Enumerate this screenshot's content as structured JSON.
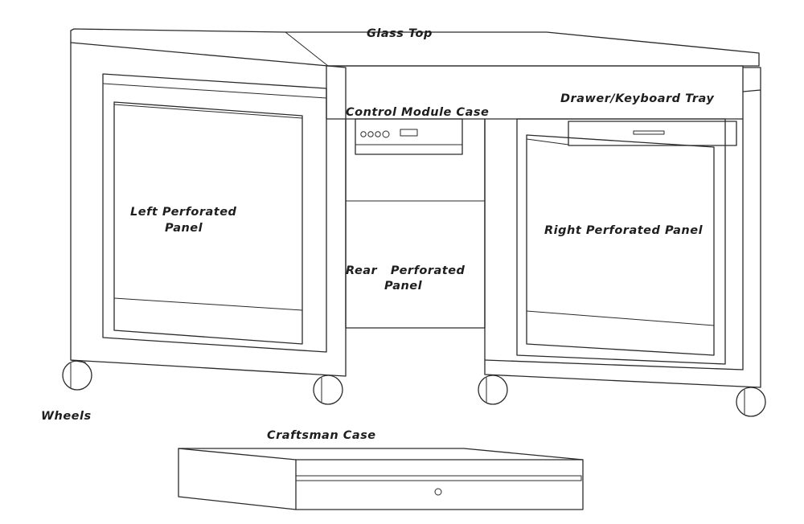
{
  "labels": {
    "glass_top": "Glass Top",
    "control_module_case": "Control Module Case",
    "drawer_keyboard_tray": "Drawer/Keyboard Tray",
    "left_perforated_panel_line1": "Left Perforated",
    "left_perforated_panel_line2": "Panel",
    "right_perforated_panel": "Right Perforated Panel",
    "rear_perforated_panel_line1": "Rear   Perforated",
    "rear_perforated_panel_line2": "Panel",
    "wheels": "Wheels",
    "craftsman_case": "Craftsman Case"
  },
  "colors": {
    "line": "#2a2a2a",
    "text": "#1e1e1e",
    "background": "#ffffff"
  }
}
